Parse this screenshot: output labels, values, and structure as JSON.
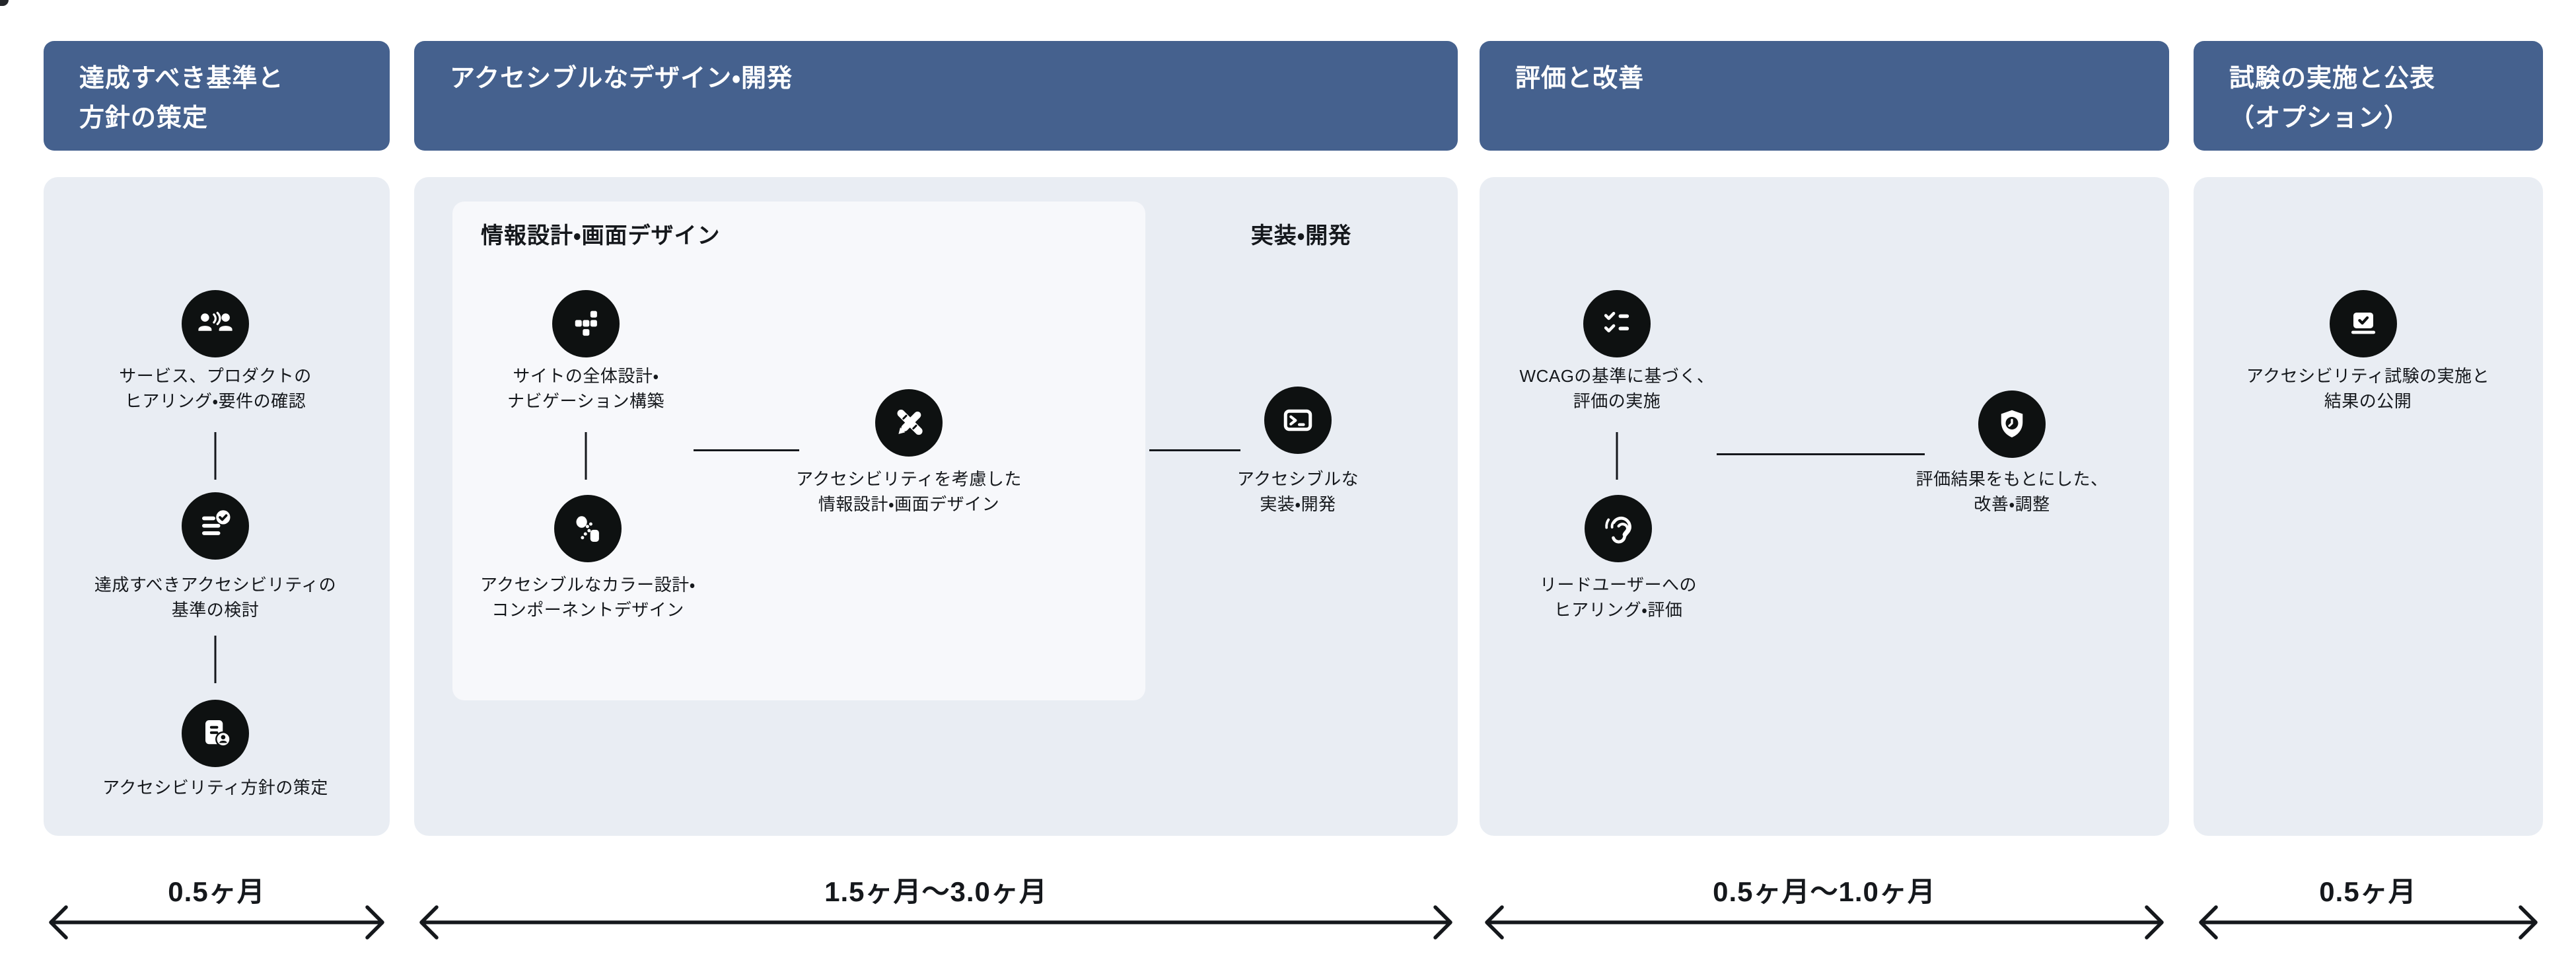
{
  "colors": {
    "header_bg": "#45618e",
    "header_text": "#ffffff",
    "panel_bg": "#e9edf3",
    "inner_panel_bg": "#f7f8fb",
    "icon_circle": "#0e1111",
    "text": "#15181c",
    "connector": "#15181c"
  },
  "phases": [
    {
      "header_lines": [
        "達成すべき基準と",
        "方針の策定"
      ],
      "duration_label": "0.5ヶ月",
      "steps": [
        {
          "icon": "people-conversation-icon",
          "label_lines": [
            "サービス、プロダクトの",
            "ヒアリング・要件の確認"
          ]
        },
        {
          "icon": "checklist-check-icon",
          "label_lines": [
            "達成すべきアクセシビリティの",
            "基準の検討"
          ]
        },
        {
          "icon": "policy-document-icon",
          "label_lines": [
            "アクセシビリティ方針の策定"
          ]
        }
      ]
    },
    {
      "header_lines": [
        "アクセシブルなデザイン・開発"
      ],
      "duration_label": "1.5ヶ月〜3.0ヶ月",
      "design_group_title": "情報設計・画面デザイン",
      "dev_group_title": "実装・開発",
      "steps": [
        {
          "icon": "sitemap-grid-icon",
          "label_lines": [
            "サイトの全体設計・",
            "ナビゲーション構築"
          ]
        },
        {
          "icon": "color-component-icon",
          "label_lines": [
            "アクセシブルなカラー設計・",
            "コンポーネントデザイン"
          ]
        },
        {
          "icon": "design-tools-icon",
          "label_lines": [
            "アクセシビリティを考慮した",
            "情報設計・画面デザイン"
          ]
        },
        {
          "icon": "terminal-icon",
          "label_lines": [
            "アクセシブルな",
            "実装・開発"
          ]
        }
      ]
    },
    {
      "header_lines": [
        "評価と改善"
      ],
      "duration_label": "0.5ヶ月〜1.0ヶ月",
      "steps": [
        {
          "icon": "evaluation-checklist-icon",
          "label_lines": [
            "WCAGの基準に基づく、",
            "評価の実施"
          ]
        },
        {
          "icon": "ear-hearing-icon",
          "label_lines": [
            "リードユーザーへの",
            "ヒアリング・評価"
          ]
        },
        {
          "icon": "shield-clock-icon",
          "label_lines": [
            "評価結果をもとにした、",
            "改善・調整"
          ]
        }
      ]
    },
    {
      "header_lines": [
        "試験の実施と公表",
        "（オプション）"
      ],
      "duration_label": "0.5ヶ月",
      "steps": [
        {
          "icon": "laptop-check-icon",
          "label_lines": [
            "アクセシビリティ試験の実施と",
            "結果の公開"
          ]
        }
      ]
    }
  ]
}
